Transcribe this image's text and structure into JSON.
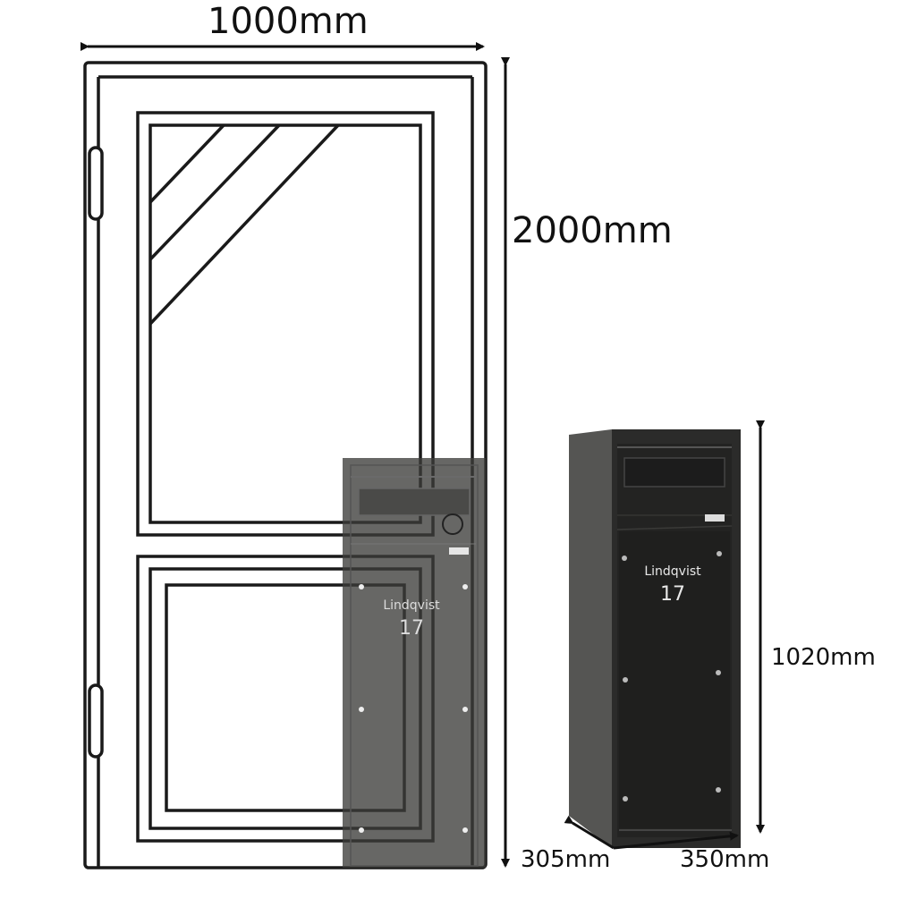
{
  "dimensions": {
    "door_width": "1000mm",
    "door_height": "2000mm",
    "mailbox_height": "1020mm",
    "mailbox_depth": "305mm",
    "mailbox_width": "350mm"
  },
  "mailbox": {
    "name_label": "Lindqvist",
    "house_number": "17"
  },
  "colors": {
    "line": "#1a1a1a",
    "mailbox_front": "#2a2a2a",
    "mailbox_side": "#4a4a4a",
    "overlay": "#3c3c3a",
    "background": "#ffffff"
  }
}
